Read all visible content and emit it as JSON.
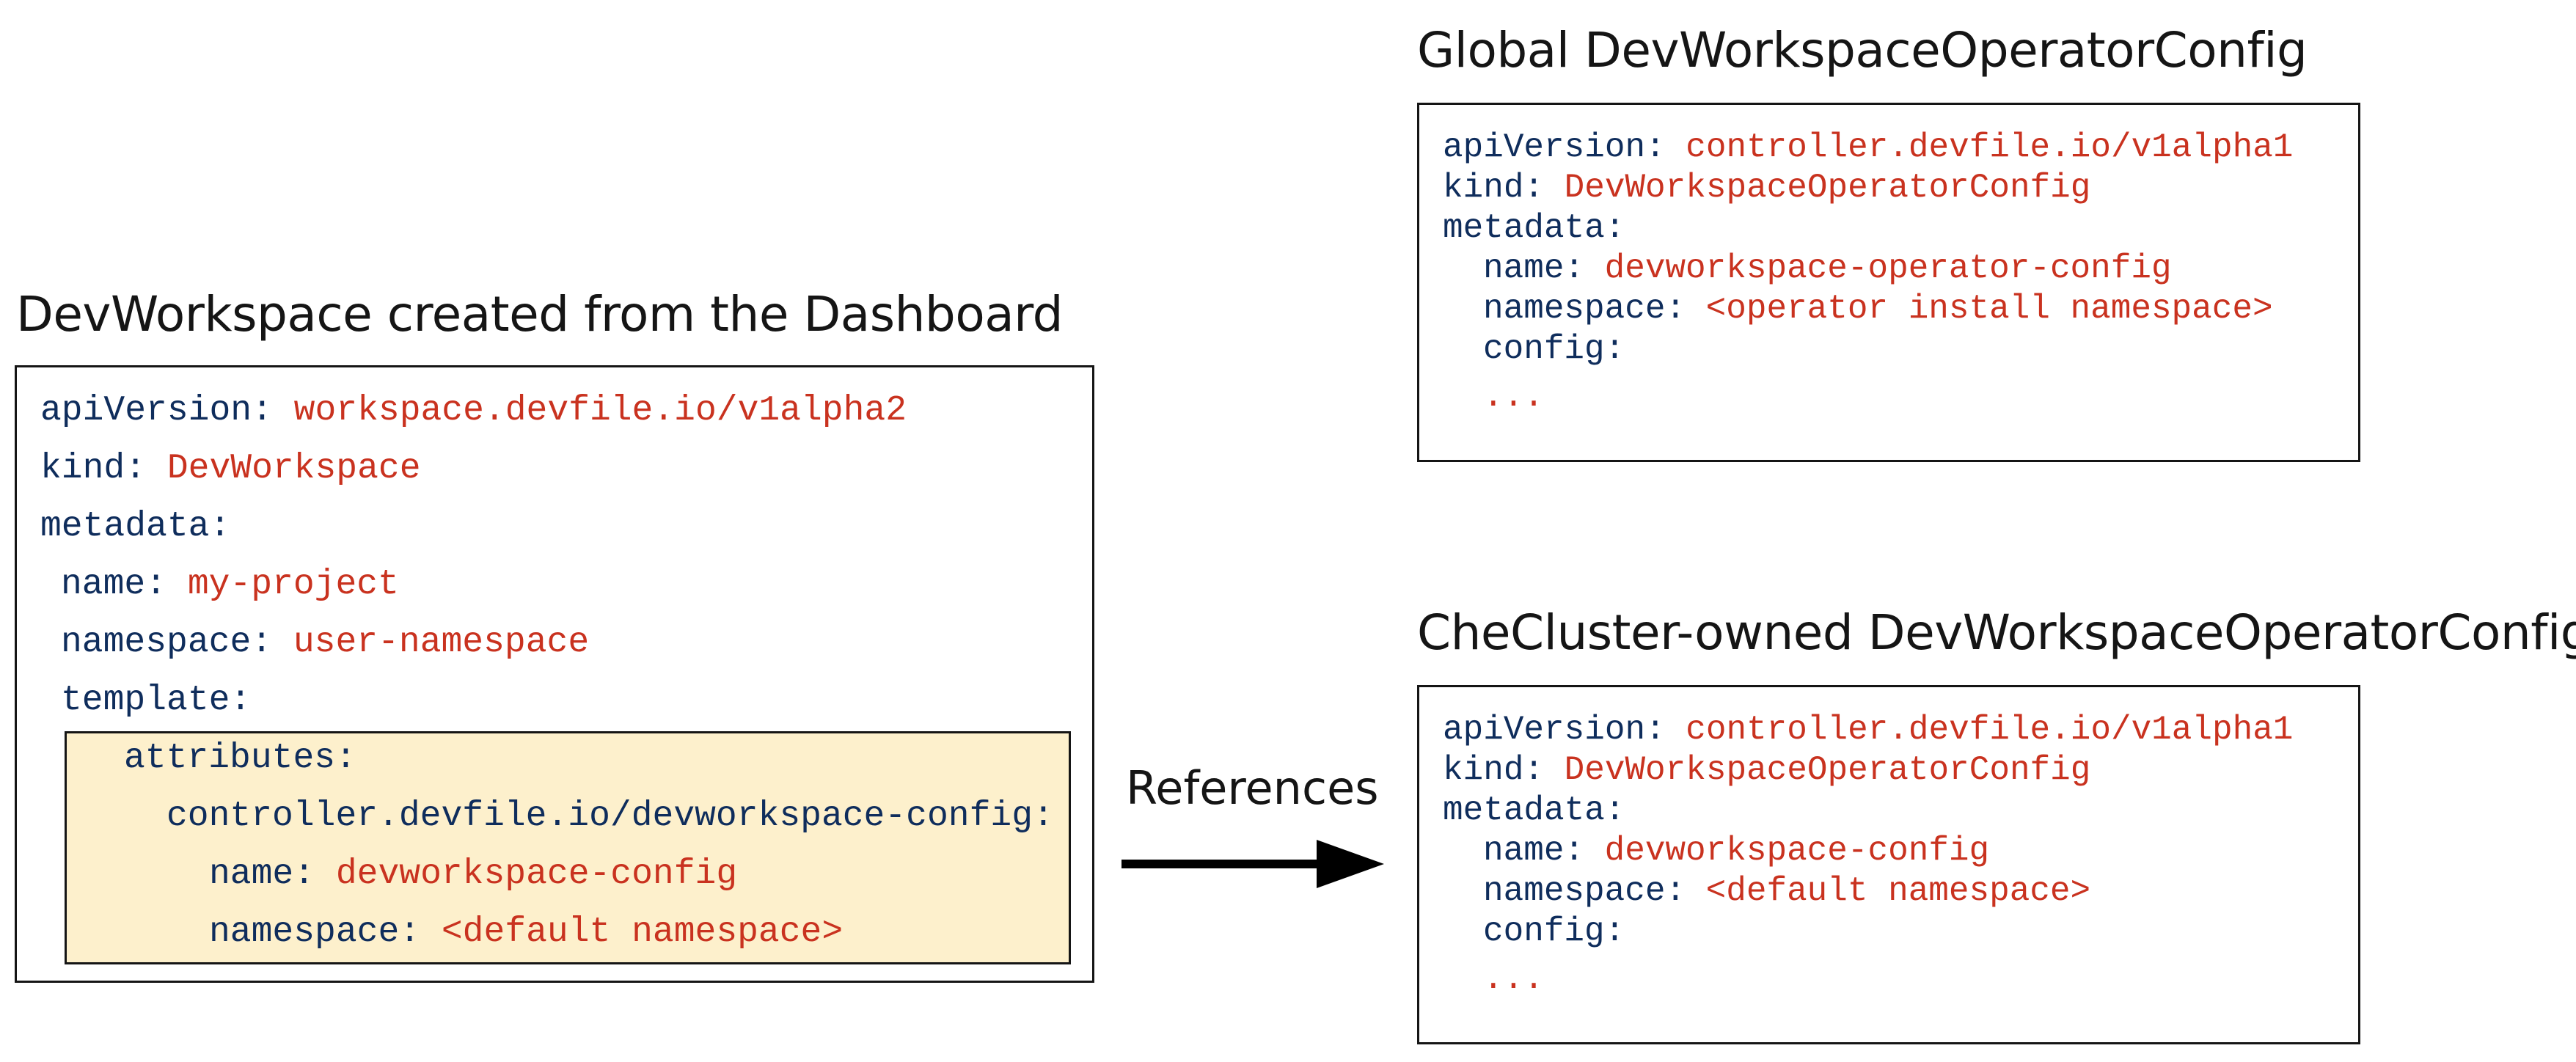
{
  "titles": {
    "devworkspace": "DevWorkspace created from the Dashboard",
    "global_config": "Global DevWorkspaceOperatorConfig",
    "checluster_config": "CheCluster-owned DevWorkspaceOperatorConfig"
  },
  "arrow_label": "References",
  "devworkspace_yaml": {
    "api_key": "apiVersion:",
    "api_val": "workspace.devfile.io/v1alpha2",
    "kind_key": "kind:",
    "kind_val": "DevWorkspace",
    "metadata_key": "metadata:",
    "name_key": "name:",
    "name_val": "my-project",
    "namespace_key": "namespace:",
    "namespace_val": "user-namespace",
    "template_key": "template:",
    "attributes_key": "attributes:",
    "config_attr_key": "controller.devfile.io/devworkspace-config:",
    "attr_name_key": "name:",
    "attr_name_val": "devworkspace-config",
    "attr_namespace_key": "namespace:",
    "attr_namespace_val": "<default namespace>"
  },
  "global_yaml": {
    "api_key": "apiVersion:",
    "api_val": "controller.devfile.io/v1alpha1",
    "kind_key": "kind:",
    "kind_val": "DevWorkspaceOperatorConfig",
    "metadata_key": "metadata:",
    "name_key": "name:",
    "name_val": "devworkspace-operator-config",
    "namespace_key": "namespace:",
    "namespace_val": "<operator install namespace>",
    "config_key": "config:",
    "ellipsis": "..."
  },
  "checluster_yaml": {
    "api_key": "apiVersion:",
    "api_val": "controller.devfile.io/v1alpha1",
    "kind_key": "kind:",
    "kind_val": "DevWorkspaceOperatorConfig",
    "metadata_key": "metadata:",
    "name_key": "name:",
    "name_val": "devworkspace-config",
    "namespace_key": "namespace:",
    "namespace_val": "<default namespace>",
    "config_key": "config:",
    "ellipsis": "..."
  },
  "colors": {
    "key": "#0f2d5c",
    "value": "#c9321f",
    "highlight": "#fdf0cc",
    "border": "#151515"
  }
}
